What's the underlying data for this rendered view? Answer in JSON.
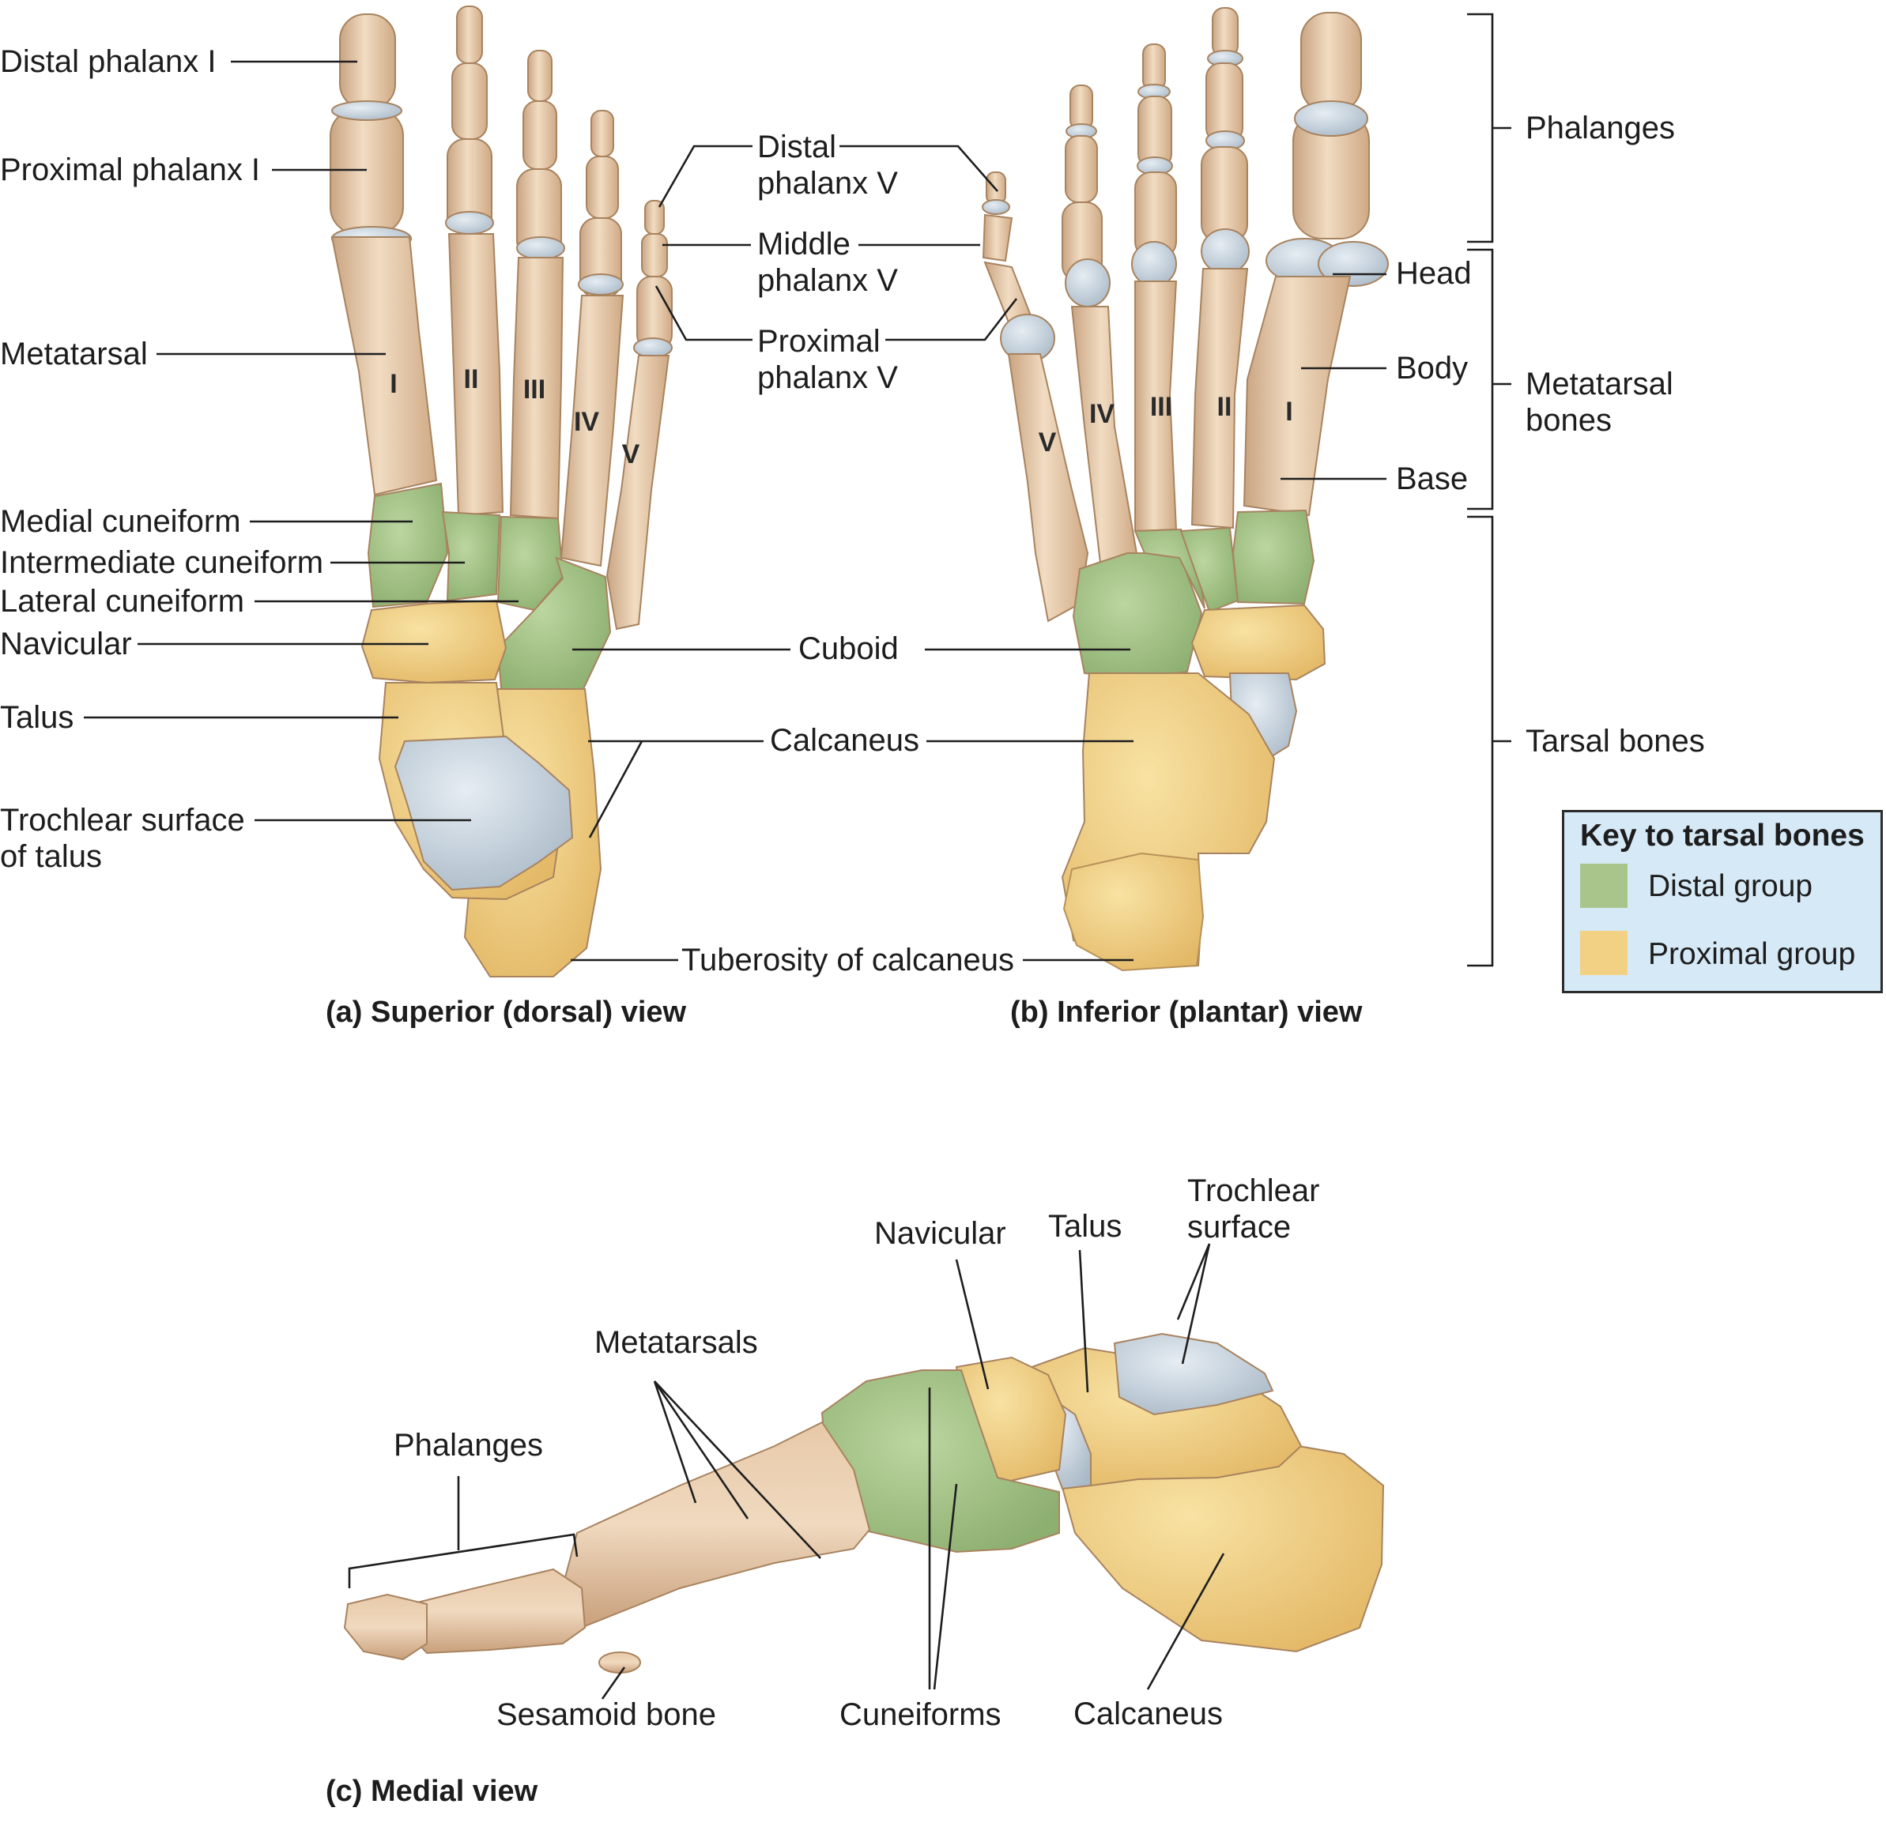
{
  "labels": {
    "distal_phalanx_i": "Distal phalanx I",
    "proximal_phalanx_i": "Proximal phalanx I",
    "metatarsal": "Metatarsal",
    "medial_cuneiform": "Medial cuneiform",
    "intermediate_cuneiform": "Intermediate cuneiform",
    "lateral_cuneiform": "Lateral cuneiform",
    "navicular_a": "Navicular",
    "talus_a": "Talus",
    "trochlear_surface_of_talus": "Trochlear surface\nof talus",
    "distal_phalanx_v": "Distal\nphalanx V",
    "middle_phalanx_v": "Middle\nphalanx V",
    "proximal_phalanx_v": "Proximal\nphalanx V",
    "cuboid": "Cuboid",
    "calcaneus_ab": "Calcaneus",
    "tuberosity_of_calcaneus": "Tuberosity of calcaneus",
    "phalanges_b": "Phalanges",
    "head": "Head",
    "body": "Body",
    "base": "Base",
    "metatarsal_bones": "Metatarsal\nbones",
    "tarsal_bones": "Tarsal bones",
    "trochlear_surface_c": "Trochlear\nsurface",
    "navicular_c": "Navicular",
    "talus_c": "Talus",
    "metatarsals_c": "Metatarsals",
    "phalanges_c": "Phalanges",
    "sesamoid_bone": "Sesamoid bone",
    "cuneiforms": "Cuneiforms",
    "calcaneus_c": "Calcaneus"
  },
  "roman": {
    "a": [
      "I",
      "II",
      "III",
      "IV",
      "V"
    ],
    "b": [
      "V",
      "IV",
      "III",
      "II",
      "I"
    ]
  },
  "captions": {
    "a": "(a) Superior (dorsal) view",
    "b": "(b) Inferior (plantar) view",
    "c": "(c) Medial view"
  },
  "key": {
    "title": "Key to tarsal bones",
    "distal": "Distal group",
    "proximal": "Proximal group"
  },
  "colors": {
    "bone": "#ecd2b3",
    "distal_group": "#a9c58c",
    "proximal_group": "#f2d184",
    "cartilage": "#ccd8e2",
    "key_background": "#d6e9f6"
  }
}
